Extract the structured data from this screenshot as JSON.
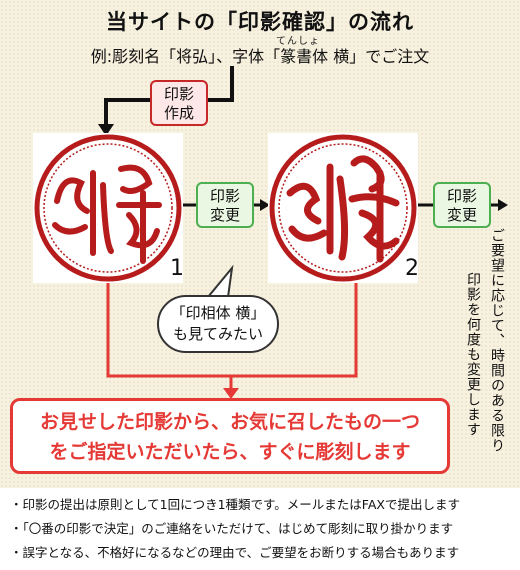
{
  "title": "当サイトの「印影確認」の流れ",
  "ruby": "てんしょ",
  "example": "例:彫刻名「将弘」、字体「篆書体 横」でご注文",
  "tags": {
    "create": [
      "印影",
      "作成"
    ],
    "change": [
      "印影",
      "変更"
    ]
  },
  "seals": [
    {
      "number": "1"
    },
    {
      "number": "2"
    }
  ],
  "bubble": [
    "「印相体 横」",
    "も見てみたい"
  ],
  "vertical_note": [
    "ご要望に応じて、時間のある限り",
    "印影を何度も変更します"
  ],
  "message": [
    "お見せした印影から、お気に召したもの一つ",
    "をご指定いただいたら、すぐに彫刻します"
  ],
  "notes": [
    "・印影の提出は原則として1回につき1種類です。メールまたはFAXで提出します",
    "・「〇番の印影で決定」のご連絡をいただけて、はじめて彫刻に取り掛かります",
    "・誤字となる、不格好になるなどの理由で、ご要望をお断りする場合もあります"
  ],
  "colors": {
    "accent_red": "#e53935",
    "seal_red": "#b71c1c",
    "tag_green": "#4caf50",
    "paper": "#f7f1e0"
  }
}
